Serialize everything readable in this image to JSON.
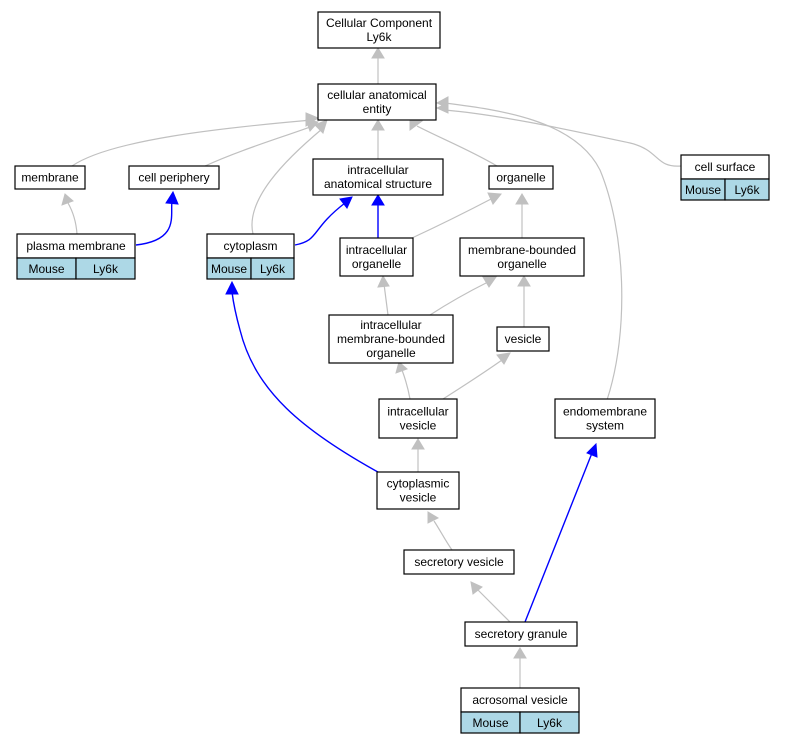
{
  "colors": {
    "edge_is_a": "#c0c0c0",
    "edge_part_of": "#0000ff",
    "annotation_fill": "#add8e6"
  },
  "nodes": {
    "cc_root": {
      "lines": [
        "Cellular Component",
        "Ly6k"
      ]
    },
    "cae": {
      "lines": [
        "cellular anatomical",
        "entity"
      ]
    },
    "membrane": {
      "lines": [
        "membrane"
      ]
    },
    "cell_periphery": {
      "lines": [
        "cell periphery"
      ]
    },
    "ias": {
      "lines": [
        "intracellular",
        "anatomical structure"
      ]
    },
    "organelle": {
      "lines": [
        "organelle"
      ]
    },
    "cell_surface": {
      "lines": [
        "cell surface"
      ],
      "tags": [
        "Mouse",
        "Ly6k"
      ]
    },
    "plasma_membrane": {
      "lines": [
        "plasma membrane"
      ],
      "tags": [
        "Mouse",
        "Ly6k"
      ]
    },
    "cytoplasm": {
      "lines": [
        "cytoplasm"
      ],
      "tags": [
        "Mouse",
        "Ly6k"
      ]
    },
    "intra_organelle": {
      "lines": [
        "intracellular",
        "organelle"
      ]
    },
    "mb_organelle": {
      "lines": [
        "membrane-bounded",
        "organelle"
      ]
    },
    "intra_mb_organelle": {
      "lines": [
        "intracellular",
        "membrane-bounded",
        "organelle"
      ]
    },
    "vesicle": {
      "lines": [
        "vesicle"
      ]
    },
    "intra_vesicle": {
      "lines": [
        "intracellular",
        "vesicle"
      ]
    },
    "endomembrane": {
      "lines": [
        "endomembrane",
        "system"
      ]
    },
    "cyto_vesicle": {
      "lines": [
        "cytoplasmic",
        "vesicle"
      ]
    },
    "secretory_vesicle": {
      "lines": [
        "secretory vesicle"
      ]
    },
    "secretory_granule": {
      "lines": [
        "secretory granule"
      ]
    },
    "acrosomal_vesicle": {
      "lines": [
        "acrosomal vesicle"
      ],
      "tags": [
        "Mouse",
        "Ly6k"
      ]
    }
  }
}
